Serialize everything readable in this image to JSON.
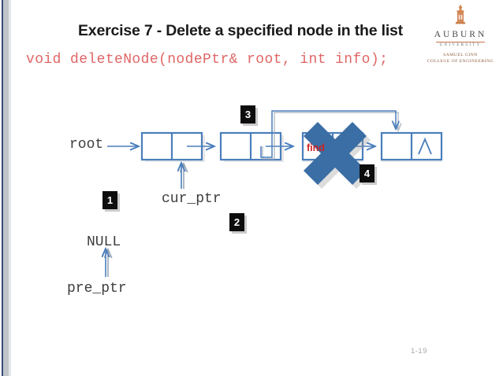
{
  "slide": {
    "title": "Exercise 7 - Delete a specified node in the list",
    "code_signature": "void deleteNode(nodePtr& root, int info);",
    "page_number": "1-19"
  },
  "logo": {
    "mark_name": "auburn-tower-icon",
    "name": "AUBURN",
    "university": "UNIVERSITY",
    "college_line1": "SAMUEL GINN",
    "college_line2": "COLLEGE OF ENGINEERING",
    "accent_color": "#c8784a"
  },
  "diagram": {
    "type": "linked-list-delete",
    "pointer_labels": [
      {
        "id": "root",
        "text": "root"
      },
      {
        "id": "cur_ptr",
        "text": "cur_ptr"
      },
      {
        "id": "null",
        "text": "NULL"
      },
      {
        "id": "pre_ptr",
        "text": "pre_ptr"
      }
    ],
    "find_marker": {
      "label": "find",
      "label_color": "#cc2222",
      "cross_color": "#3a6ea5",
      "target_node_index": 3
    },
    "nodes": [
      {
        "index": 1,
        "data": "",
        "next": "",
        "null_terminated": false
      },
      {
        "index": 2,
        "data": "",
        "next": "",
        "null_terminated": false
      },
      {
        "index": 3,
        "data": "",
        "next": "",
        "null_terminated": false
      },
      {
        "index": 4,
        "data": "",
        "next": "/\\",
        "null_terminated": true
      }
    ],
    "steps": [
      {
        "number": "1",
        "note": "cur_ptr at first node"
      },
      {
        "number": "2",
        "note": "pre_ptr is NULL"
      },
      {
        "number": "3",
        "note": "bypass link around deleted node"
      },
      {
        "number": "4",
        "note": "delete found node"
      }
    ],
    "line_color": "#4a7ebb",
    "box_fill": "#ffffff"
  }
}
